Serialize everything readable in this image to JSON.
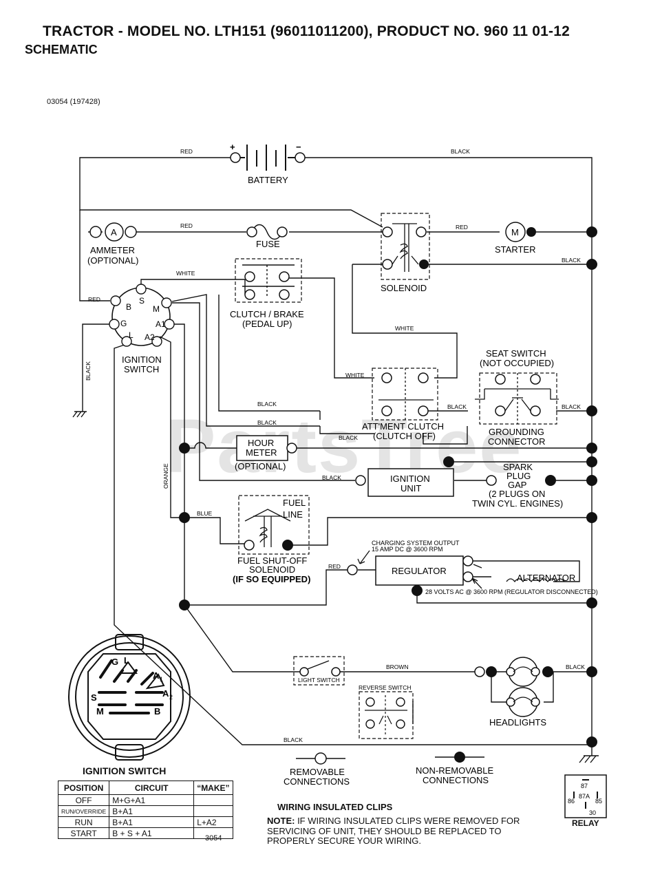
{
  "header": {
    "title": "TRACTOR - MODEL NO. LTH151 (96011011200), PRODUCT NO. 960 11 01-12",
    "subtitle": "SCHEMATIC",
    "doc_ref": "03054 (197428)",
    "watermark": "PartsTree"
  },
  "wire_labels": {
    "red_top": "RED",
    "black_top": "BLACK",
    "red_fuse": "RED",
    "red_starter": "RED",
    "white_clutch": "WHITE",
    "red_ign": "RED",
    "black_sol": "BLACK",
    "black_vert": "BLACK",
    "white_mid": "WHITE",
    "white_att": "WHITE",
    "black_att1": "BLACK",
    "black_att2": "BLACK",
    "black_att3": "BLACK",
    "black_att_right": "BLACK",
    "black_seat": "BLACK",
    "orange": "ORANGE",
    "black_ign_unit": "BLACK",
    "blue": "BLUE",
    "red_reg": "RED",
    "brown": "BROWN",
    "black_head": "BLACK",
    "black_bottom": "BLACK"
  },
  "components": {
    "battery": "BATTERY",
    "battery_plus": "+",
    "battery_minus": "−",
    "ammeter_line1": "AMMETER",
    "ammeter_line2": "(OPTIONAL)",
    "ammeter_symbol": "A",
    "fuse": "FUSE",
    "starter": "STARTER",
    "starter_symbol": "M",
    "solenoid": "SOLENOID",
    "clutch_brake_line1": "CLUTCH / BRAKE",
    "clutch_brake_line2": "(PEDAL UP)",
    "ignition_switch_line1": "IGNITION",
    "ignition_switch_line2": "SWITCH",
    "seat_switch_line1": "SEAT SWITCH",
    "seat_switch_line2": "(NOT OCCUPIED)",
    "grounding_line1": "GROUNDING",
    "grounding_line2": "CONNECTOR",
    "att_clutch_line1": "ATT'MENT CLUTCH",
    "att_clutch_line2": "(CLUTCH OFF)",
    "hour_meter_line1": "HOUR",
    "hour_meter_line2": "METER",
    "hour_meter_line3": "(OPTIONAL)",
    "ignition_unit_line1": "IGNITION",
    "ignition_unit_line2": "UNIT",
    "spark_line1": "SPARK",
    "spark_line2": "PLUG",
    "spark_line3": "GAP",
    "spark_line4": "(2 PLUGS ON",
    "spark_line5": "TWIN CYL. ENGINES)",
    "fuel_line_line1": "FUEL",
    "fuel_line_line2": "LINE",
    "fuel_sol_line1": "FUEL SHUT-OFF",
    "fuel_sol_line2": "SOLENOID",
    "fuel_sol_line3": "(IF SO EQUIPPED)",
    "charging_line1": "CHARGING SYSTEM OUTPUT",
    "charging_line2": "15 AMP DC @ 3600 RPM",
    "regulator": "REGULATOR",
    "alternator": "ALTERNATOR",
    "alt_ac": "28 VOLTS AC @ 3600 RPM (REGULATOR DISCONNECTED)",
    "light_switch": "LIGHT SWITCH",
    "reverse_switch": "REVERSE SWITCH",
    "headlights": "HEADLIGHTS",
    "removable_line1": "REMOVABLE",
    "removable_line2": "CONNECTIONS",
    "nonremovable_line1": "NON-REMOVABLE",
    "nonremovable_line2": "CONNECTIONS"
  },
  "ignition_pins": {
    "S": "S",
    "B": "B",
    "M": "M",
    "G": "G",
    "A1": "A1",
    "L": "L",
    "A2": "A2"
  },
  "switch_face": {
    "G": "G",
    "L": "L",
    "A1": "A",
    "A1_sub": "1",
    "A2": "A",
    "A2_sub": "2",
    "S": "S",
    "M": "M",
    "B": "B"
  },
  "ignition_table": {
    "title": "IGNITION SWITCH",
    "headers": [
      "POSITION",
      "CIRCUIT",
      "“MAKE”"
    ],
    "rows": [
      {
        "position": "OFF",
        "circuit": "M+G+A1",
        "make": ""
      },
      {
        "position": "RUN/OVERRIDE",
        "circuit": "B+A1",
        "make": ""
      },
      {
        "position": "RUN",
        "circuit": "B+A1",
        "make": "L+A2"
      },
      {
        "position": "START",
        "circuit": "B + S + A1",
        "make": ""
      }
    ]
  },
  "figure_number": "3054",
  "clips_note": {
    "heading": "WIRING INSULATED CLIPS",
    "label": "NOTE:",
    "text": " IF WIRING INSULATED CLIPS WERE REMOVED FOR SERVICING OF UNIT, THEY SHOULD BE REPLACED TO PROPERLY SECURE YOUR WIRING."
  },
  "relay": {
    "label": "RELAY",
    "pin87": "87",
    "pin87a": "87A",
    "pin86": "86",
    "pin85": "85",
    "pin30": "30"
  }
}
